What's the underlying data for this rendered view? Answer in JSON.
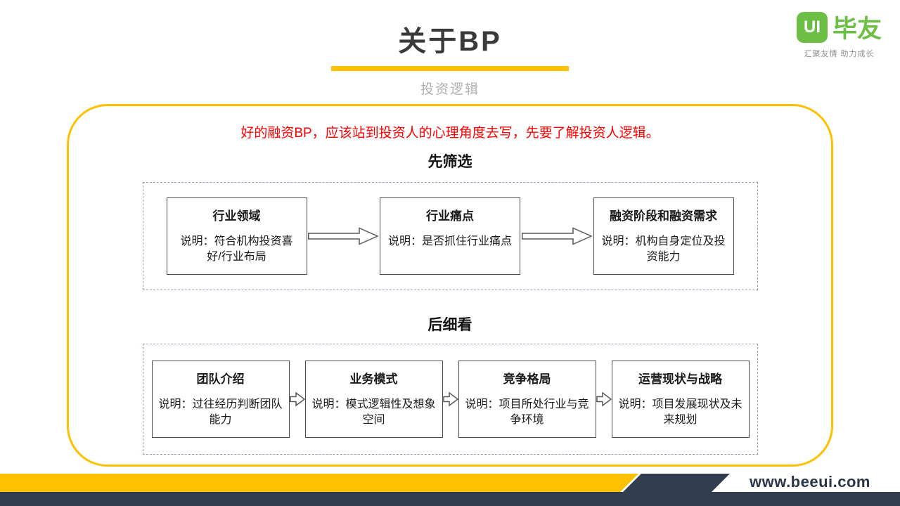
{
  "header": {
    "title": "关于BP",
    "subtitle": "投资逻辑"
  },
  "logo": {
    "badge": "UI",
    "brand": "毕友",
    "tagline": "汇聚友情  助力成长"
  },
  "main": {
    "intro": "好的融资BP，应该站到投资人的心理角度去写，先要了解投资人逻辑。",
    "sections": [
      {
        "heading": "先筛选",
        "boxes": [
          {
            "title": "行业领域",
            "desc": "说明：符合机构投资喜好/行业布局"
          },
          {
            "title": "行业痛点",
            "desc": "说明：是否抓住行业痛点"
          },
          {
            "title": "融资阶段和融资需求",
            "desc": "说明：机构自身定位及投资能力"
          }
        ]
      },
      {
        "heading": "后细看",
        "boxes": [
          {
            "title": "团队介绍",
            "desc": "说明：过往经历判断团队能力"
          },
          {
            "title": "业务模式",
            "desc": "说明：模式逻辑性及想象空间"
          },
          {
            "title": "竞争格局",
            "desc": "说明：项目所处行业与竞争环境"
          },
          {
            "title": "运营现状与战略",
            "desc": "说明：项目发展现状及未来规划"
          }
        ]
      }
    ]
  },
  "footer": {
    "url": "www.beeui.com"
  },
  "colors": {
    "accent_yellow": "#FFC000",
    "intro_red": "#FF0000",
    "footer_navy": "#323E4F",
    "brand_green": "#6CBE45"
  },
  "icons": {
    "flow_arrow": "right-block-arrow"
  }
}
